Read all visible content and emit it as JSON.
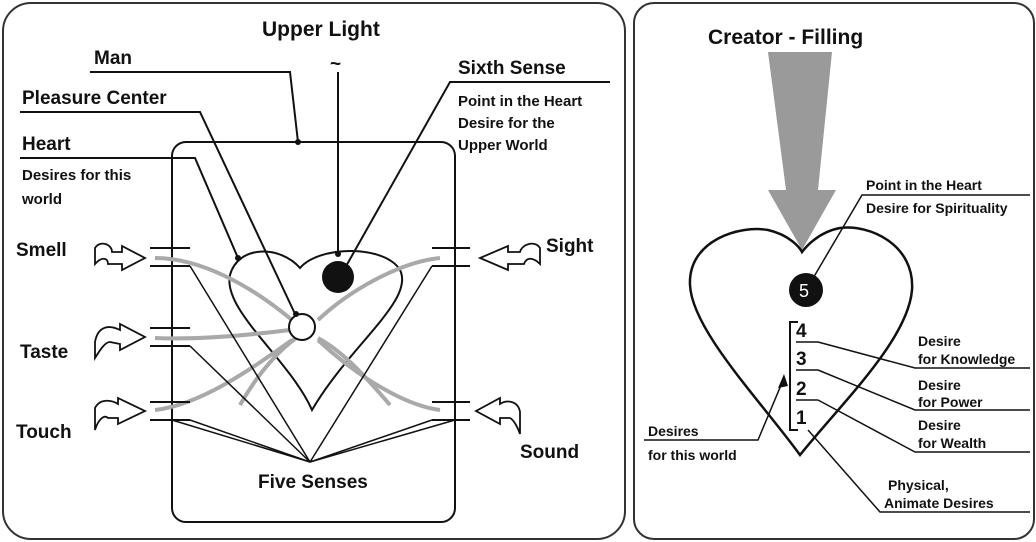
{
  "left_diagram": {
    "upper_light": "Upper Light",
    "man": "Man",
    "pleasure_center": "Pleasure Center",
    "heart": "Heart",
    "heart_desc_1": "Desires for this",
    "heart_desc_2": "world",
    "sixth_sense": "Sixth Sense",
    "sixth_desc_1": "Point in the Heart",
    "sixth_desc_2": "Desire for the",
    "sixth_desc_3": "Upper World",
    "smell": "Smell",
    "taste": "Taste",
    "touch": "Touch",
    "sight": "Sight",
    "sound": "Sound",
    "five_senses": "Five Senses"
  },
  "right_diagram": {
    "creator_filling": "Creator - Filling",
    "point_in_heart": "Point in the Heart",
    "desire_spirituality": "Desire for Spirituality",
    "level_5": "5",
    "level_4": "4",
    "level_3": "3",
    "level_2": "2",
    "level_1": "1",
    "knowledge_1": "Desire",
    "knowledge_2": "for Knowledge",
    "power_1": "Desire",
    "power_2": "for Power",
    "wealth_1": "Desire",
    "wealth_2": "for Wealth",
    "this_world_1": "Desires",
    "this_world_2": "for this world",
    "physical_1": "Physical,",
    "physical_2": "Animate Desires"
  },
  "colors": {
    "arrow_gray": "#9a9a9a",
    "flow_gray": "#a9a9a9",
    "ink": "#111111"
  }
}
